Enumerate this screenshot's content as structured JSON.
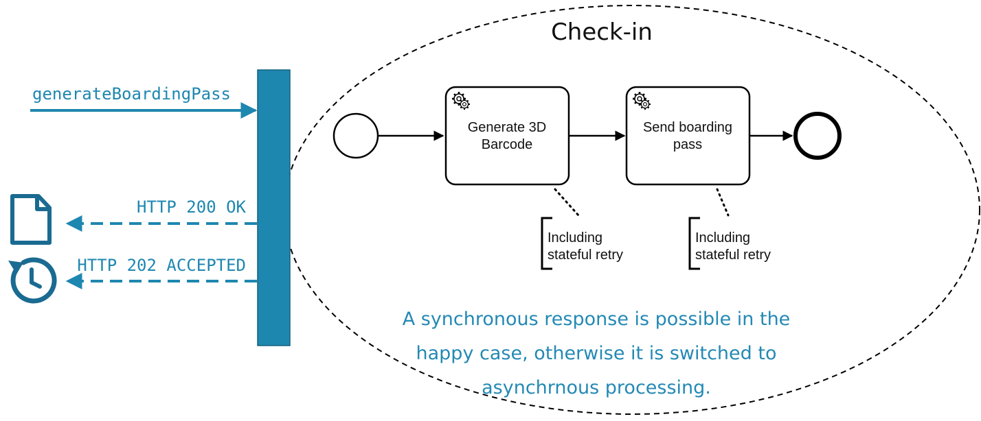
{
  "diagram": {
    "title": "Check-in",
    "request": {
      "label": "generateBoardingPass"
    },
    "responses": [
      {
        "label": "HTTP 200 OK",
        "icon": "document-icon"
      },
      {
        "label": "HTTP 202 ACCEPTED",
        "icon": "clock-history-icon"
      }
    ],
    "tasks": [
      {
        "line1": "Generate 3D",
        "line2": "Barcode",
        "icon": "gear-icon",
        "annotation": {
          "line1": "Including",
          "line2": "stateful retry"
        }
      },
      {
        "line1": "Send boarding",
        "line2": "pass",
        "icon": "gear-icon",
        "annotation": {
          "line1": "Including",
          "line2": "stateful retry"
        }
      }
    ],
    "note": {
      "line1": "A synchronous response is possible in the",
      "line2": "happy case, otherwise it is switched to",
      "line3": "asynchrnous processing."
    },
    "colors": {
      "accent": "#1e87b0",
      "bar_fill": "#1e87b0",
      "bar_stroke": "#16607e",
      "icon": "#1a6b91",
      "text_dark": "#111111",
      "note_text": "#2489b4"
    }
  }
}
